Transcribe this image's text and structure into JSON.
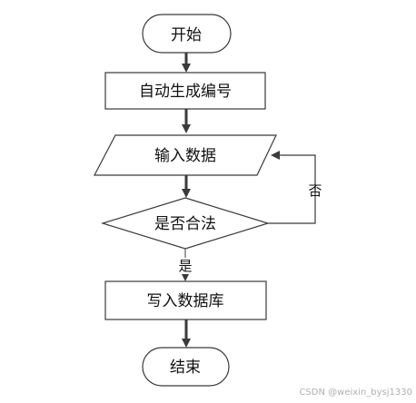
{
  "nodes": {
    "start": {
      "label": "开始"
    },
    "generate_id": {
      "label": "自动生成编号"
    },
    "input_data": {
      "label": "输入数据"
    },
    "is_valid": {
      "label": "是否合法"
    },
    "write_db": {
      "label": "写入数据库"
    },
    "end": {
      "label": "结束"
    }
  },
  "edges": {
    "yes_label": "是",
    "no_label": "否"
  },
  "colors": {
    "stroke": "#3a3a3a",
    "fill": "#ffffff",
    "arrow": "#3a3a3a"
  },
  "watermark": "CSDN @weixin_bysj1330"
}
